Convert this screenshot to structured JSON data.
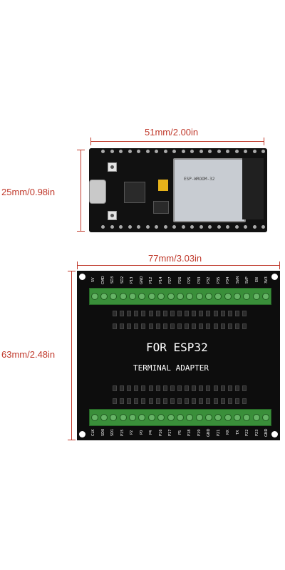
{
  "dimensions": {
    "esp_width_label": "51mm/2.00in",
    "esp_height_label": "25mm/0.98in",
    "adapter_width_label": "77mm/3.03in",
    "adapter_height_label": "63mm/2.48in"
  },
  "adapter": {
    "title": "FOR ESP32",
    "subtitle": "TERMINAL ADAPTER",
    "top_labels": [
      "5V",
      "CMD",
      "SD3",
      "SD2",
      "P13",
      "GND",
      "P12",
      "P14",
      "P27",
      "P26",
      "P25",
      "P33",
      "P32",
      "P35",
      "P34",
      "SVN",
      "SVP",
      "EN",
      "3V3"
    ],
    "bottom_labels": [
      "CLK",
      "SD0",
      "SD1",
      "P15",
      "P2",
      "P0",
      "P4",
      "P16",
      "P17",
      "P5",
      "P18",
      "P19",
      "GND",
      "P21",
      "RX",
      "TX",
      "P22",
      "P23",
      "GND"
    ]
  },
  "esp_board": {
    "shield_text": "ESP-WROOM-32"
  },
  "colors": {
    "dimension": "#c0392b",
    "terminal": "#3a8f3a",
    "board": "#0d0d0d"
  }
}
